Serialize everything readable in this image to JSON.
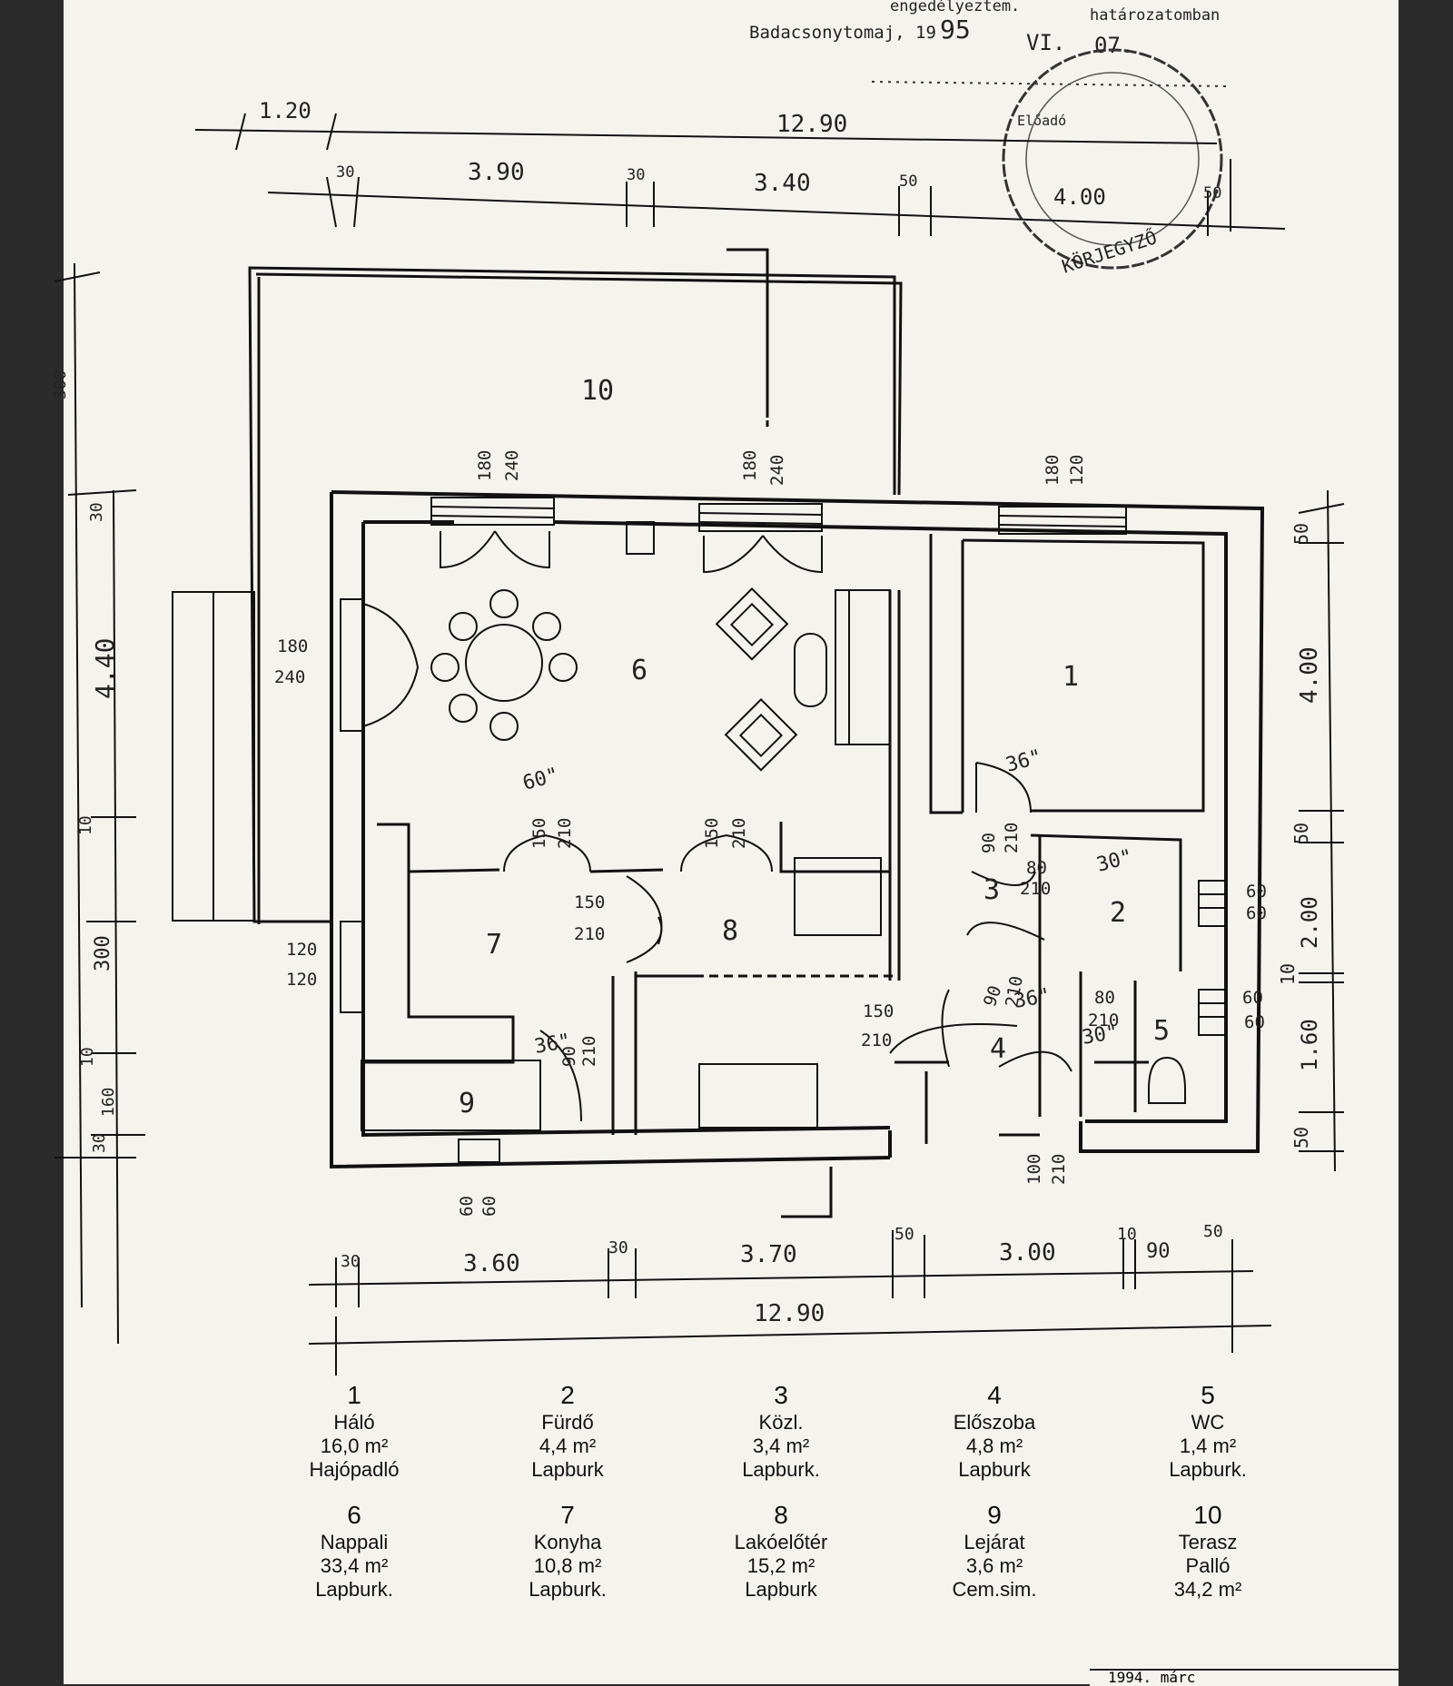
{
  "header": {
    "approval_text": "engedélyeztem.",
    "decision_text": "határozatomban",
    "place_date": "Badacsonytomaj, 19",
    "year_hand": "95",
    "month_hand": "VI.",
    "day_hand": "07.",
    "officer_label": "Előadó",
    "stamp_text": "KÖRJEGYZŐ"
  },
  "dimensions": {
    "top_overall": "12.90",
    "top_offset": "1.20",
    "top_segments": [
      "30",
      "3.90",
      "30",
      "3.40",
      "50",
      "4.00",
      "50"
    ],
    "bottom_segments": [
      "30",
      "3.60",
      "30",
      "3.70",
      "50",
      "3.00",
      "10",
      "90",
      "50"
    ],
    "bottom_overall": "12.90",
    "left_vertical": [
      "300",
      "30",
      "4.40",
      "10",
      "300",
      "10",
      "160",
      "30"
    ],
    "right_vertical": [
      "50",
      "4.00",
      "50",
      "2.00",
      "10",
      "1.60",
      "50"
    ]
  },
  "openings": [
    {
      "top": "180",
      "bottom": "240"
    },
    {
      "top": "180",
      "bottom": "240"
    },
    {
      "top": "180",
      "bottom": "120"
    },
    {
      "top": "180",
      "bottom": "240"
    },
    {
      "top": "120",
      "bottom": "120"
    },
    {
      "top": "150",
      "bottom": "210"
    },
    {
      "top": "150",
      "bottom": "210"
    },
    {
      "top": "150",
      "bottom": "210"
    },
    {
      "top": "150",
      "bottom": "210"
    },
    {
      "top": "90",
      "bottom": "210"
    },
    {
      "top": "80",
      "bottom": "210"
    },
    {
      "top": "90",
      "bottom": "210"
    },
    {
      "top": "80",
      "bottom": "210"
    },
    {
      "top": "90",
      "bottom": "210"
    },
    {
      "top": "100",
      "bottom": "210"
    },
    {
      "top": "60",
      "bottom": "60"
    },
    {
      "top": "60",
      "bottom": "60"
    },
    {
      "top": "60",
      "bottom": "60"
    }
  ],
  "angles": [
    "60\"",
    "36\"",
    "30\"",
    "36\"",
    "30\"",
    "36\""
  ],
  "room_numbers": [
    "1",
    "2",
    "3",
    "4",
    "5",
    "6",
    "7",
    "8",
    "9",
    "10"
  ],
  "legend": [
    {
      "num": "1",
      "name": "Háló",
      "area": "16,0 m²",
      "finish": "Hajópadló"
    },
    {
      "num": "2",
      "name": "Fürdő",
      "area": "4,4 m²",
      "finish": "Lapburk"
    },
    {
      "num": "3",
      "name": "Közl.",
      "area": "3,4 m²",
      "finish": "Lapburk."
    },
    {
      "num": "4",
      "name": "Előszoba",
      "area": "4,8 m²",
      "finish": "Lapburk"
    },
    {
      "num": "5",
      "name": "WC",
      "area": "1,4 m²",
      "finish": "Lapburk."
    },
    {
      "num": "6",
      "name": "Nappali",
      "area": "33,4 m²",
      "finish": "Lapburk."
    },
    {
      "num": "7",
      "name": "Konyha",
      "area": "10,8 m²",
      "finish": "Lapburk."
    },
    {
      "num": "8",
      "name": "Lakóelőtér",
      "area": "15,2 m²",
      "finish": "Lapburk"
    },
    {
      "num": "9",
      "name": "Lejárat",
      "area": "3,6 m²",
      "finish": "Cem.sim."
    },
    {
      "num": "10",
      "name": "Terasz",
      "area": "Palló",
      "finish": "34,2 m²"
    }
  ],
  "footer": {
    "partial_text": "1994. márc"
  }
}
